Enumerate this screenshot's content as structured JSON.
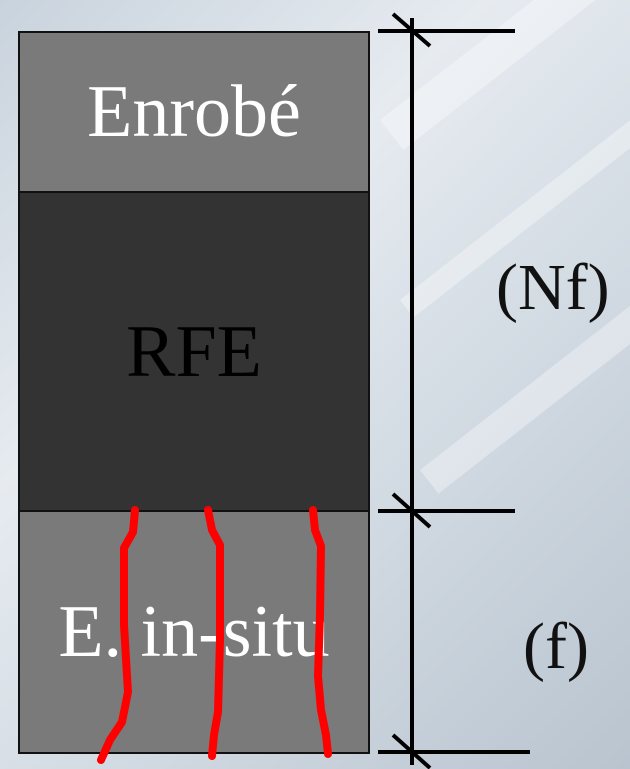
{
  "colors": {
    "enrobe": "#7a7a7a",
    "rfe": "#333333",
    "insitu": "#7a7a7a",
    "cracks": "#ff0000",
    "enrobe_text": "#ffffff",
    "rfe_text": "#000000",
    "insitu_text": "#ffffff"
  },
  "layers": {
    "enrobe": {
      "label": "Enrobé"
    },
    "rfe": {
      "label": "RFE"
    },
    "insitu": {
      "label": "E. in-situ"
    }
  },
  "dimensions": {
    "upper": {
      "label": "(Nf)"
    },
    "lower": {
      "label": "(f)"
    }
  }
}
